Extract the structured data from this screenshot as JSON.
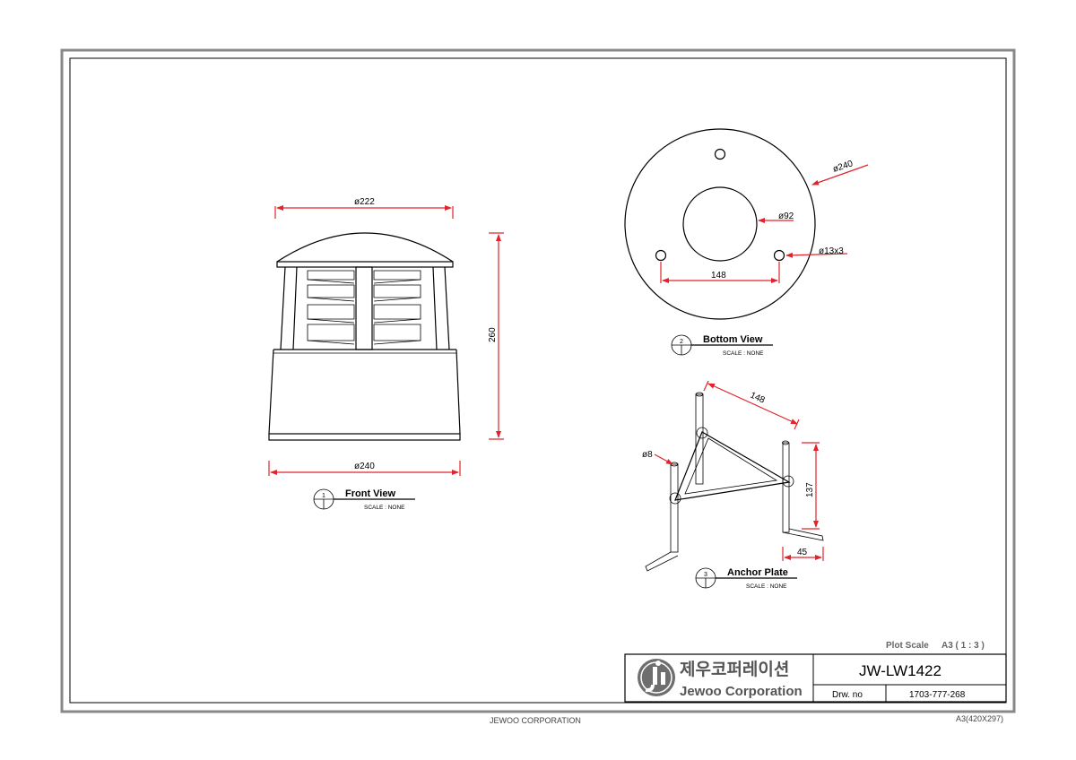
{
  "views": {
    "front": {
      "number": "1",
      "title": "Front View",
      "scale": "SCALE : NONE",
      "dims": {
        "top_dia": "ø222",
        "bottom_dia": "ø240",
        "height": "260"
      }
    },
    "bottom": {
      "number": "2",
      "title": "Bottom View",
      "scale": "SCALE : NONE",
      "dims": {
        "outer_dia": "ø240",
        "inner_dia": "ø92",
        "holes": "ø13x3",
        "spacing": "148"
      }
    },
    "anchor": {
      "number": "3",
      "title": "Anchor Plate",
      "scale": "SCALE : NONE",
      "dims": {
        "rod_dia": "ø8",
        "side": "148",
        "height": "137",
        "foot": "45"
      }
    }
  },
  "title_block": {
    "plot_scale_label": "Plot Scale",
    "plot_scale_value": "A3 ( 1 : 3 )",
    "company_ko": "제우코퍼레이션",
    "company_en": "Jewoo Corporation",
    "model": "JW-LW1422",
    "drw_label": "Drw. no",
    "drw_value": "1703-777-268"
  },
  "footer": {
    "company": "JEWOO CORPORATION",
    "paper": "A3(420X297)"
  },
  "colors": {
    "dimension": "#e0242a",
    "line": "#000000",
    "frame": "#888888"
  }
}
